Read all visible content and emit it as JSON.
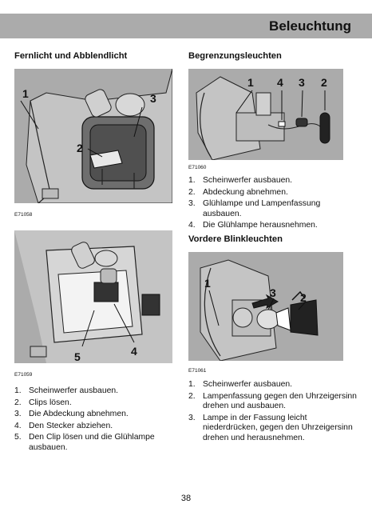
{
  "header": {
    "title": "Beleuchtung"
  },
  "sections": {
    "high_low_beam": {
      "heading": "Fernlicht und Abblendlicht",
      "figure1": {
        "code": "E71058",
        "callouts": [
          "1",
          "2",
          "3"
        ]
      },
      "figure2": {
        "code": "E71059",
        "callouts": [
          "5",
          "4"
        ]
      },
      "steps": [
        {
          "num": "1.",
          "text": "Scheinwerfer ausbauen."
        },
        {
          "num": "2.",
          "text": "Clips lösen."
        },
        {
          "num": "3.",
          "text": "Die Abdeckung abnehmen."
        },
        {
          "num": "4.",
          "text": "Den Stecker abziehen."
        },
        {
          "num": "5.",
          "text": "Den Clip lösen und die Glühlampe ausbauen."
        }
      ]
    },
    "parking_lights": {
      "heading": "Begrenzungsleuchten",
      "figure": {
        "code": "E71060",
        "callouts": [
          "1",
          "4",
          "3",
          "2"
        ]
      },
      "steps": [
        {
          "num": "1.",
          "text": "Scheinwerfer ausbauen."
        },
        {
          "num": "2.",
          "text": "Abdeckung abnehmen."
        },
        {
          "num": "3.",
          "text": "Glühlampe und Lampenfassung ausbauen."
        },
        {
          "num": "4.",
          "text": "Die Glühlampe herausnehmen."
        }
      ]
    },
    "front_indicators": {
      "heading": "Vordere Blinkleuchten",
      "figure": {
        "code": "E71061",
        "callouts": [
          "1",
          "3",
          "2"
        ]
      },
      "steps": [
        {
          "num": "1.",
          "text": "Scheinwerfer ausbauen."
        },
        {
          "num": "2.",
          "text": "Lampenfassung gegen den Uhrzeigersinn drehen und ausbauen."
        },
        {
          "num": "3.",
          "text": "Lampe in der Fassung leicht niederdrücken, gegen den Uhrzeigersinn drehen und herausnehmen."
        }
      ]
    }
  },
  "page_number": "38"
}
